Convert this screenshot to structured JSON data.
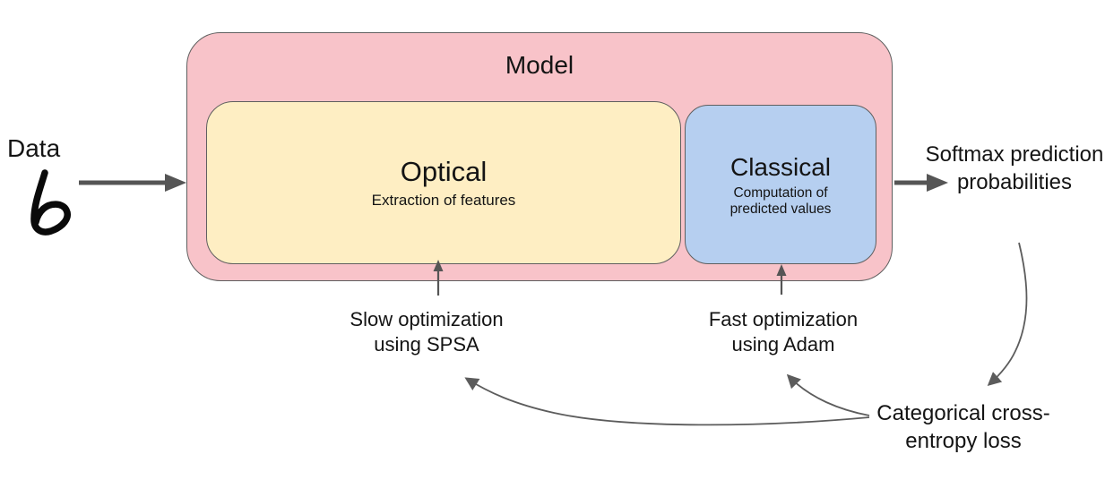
{
  "labels": {
    "data": "Data",
    "model_title": "Model",
    "optical_title": "Optical",
    "optical_subtitle": "Extraction of features",
    "classical_title": "Classical",
    "classical_subtitle": "Computation of predicted values",
    "softmax": "Softmax prediction probabilities",
    "slow_opt": "Slow optimization using SPSA",
    "fast_opt": "Fast optimization using Adam",
    "loss": "Categorical cross-entropy loss"
  },
  "data_sample": {
    "digit": "6",
    "style": "handwritten MNIST-like digit"
  },
  "colors": {
    "model-fill": "#f8c3c9",
    "optical-fill": "#feeec3",
    "classical-fill": "#b6cff0",
    "box-border": "#5f5f5f",
    "arrow": "#555555",
    "curve-arrow": "#5c5c5c",
    "text": "#141414",
    "digit-ink": "#0a0a0a"
  }
}
